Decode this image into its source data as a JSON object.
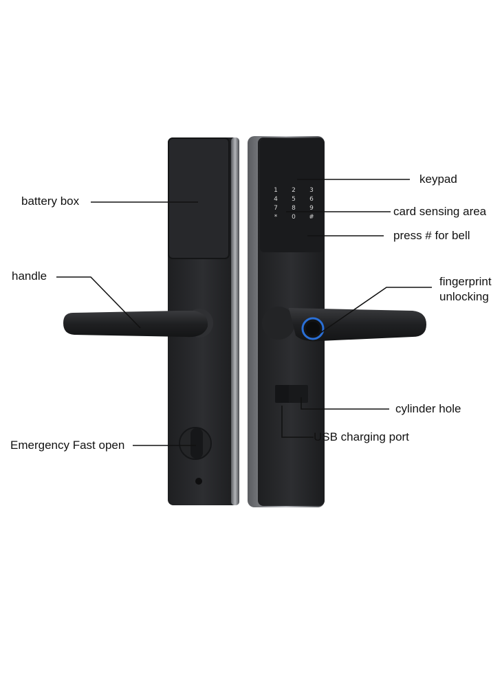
{
  "labels": {
    "battery_box": "battery box",
    "handle": "handle",
    "emergency": "Emergency Fast open",
    "keypad": "keypad",
    "card_sensing": "card sensing area",
    "bell": "press # for bell",
    "fingerprint_line1": "fingerprint",
    "fingerprint_line2": "unlocking",
    "cylinder": "cylinder hole",
    "usb": "USB charging port"
  },
  "keypad_keys": [
    "1",
    "2",
    "3",
    "4",
    "5",
    "6",
    "7",
    "8",
    "9",
    "*",
    "0",
    "#"
  ],
  "colors": {
    "body": "#2a2b2d",
    "body_dark": "#1c1d1f",
    "edge": "#8a8c90",
    "text": "#111111",
    "fingerprint_ring": "#2a6fd6",
    "key_glyph": "#d8d8d8"
  }
}
